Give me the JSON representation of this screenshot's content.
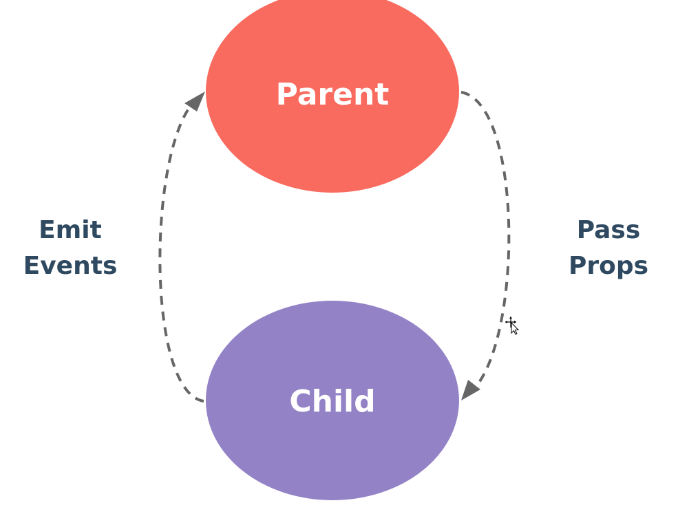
{
  "nodes": {
    "parent": {
      "label": "Parent",
      "color": "#f96b5f"
    },
    "child": {
      "label": "Child",
      "color": "#9382c6"
    }
  },
  "edges": {
    "emit": {
      "line1": "Emit",
      "line2": "Events",
      "from": "child",
      "to": "parent"
    },
    "pass": {
      "line1": "Pass",
      "line2": "Props",
      "from": "parent",
      "to": "child"
    }
  },
  "colors": {
    "edge": "#666666",
    "edge_label": "#2f4a60",
    "background": "#ffffff"
  }
}
